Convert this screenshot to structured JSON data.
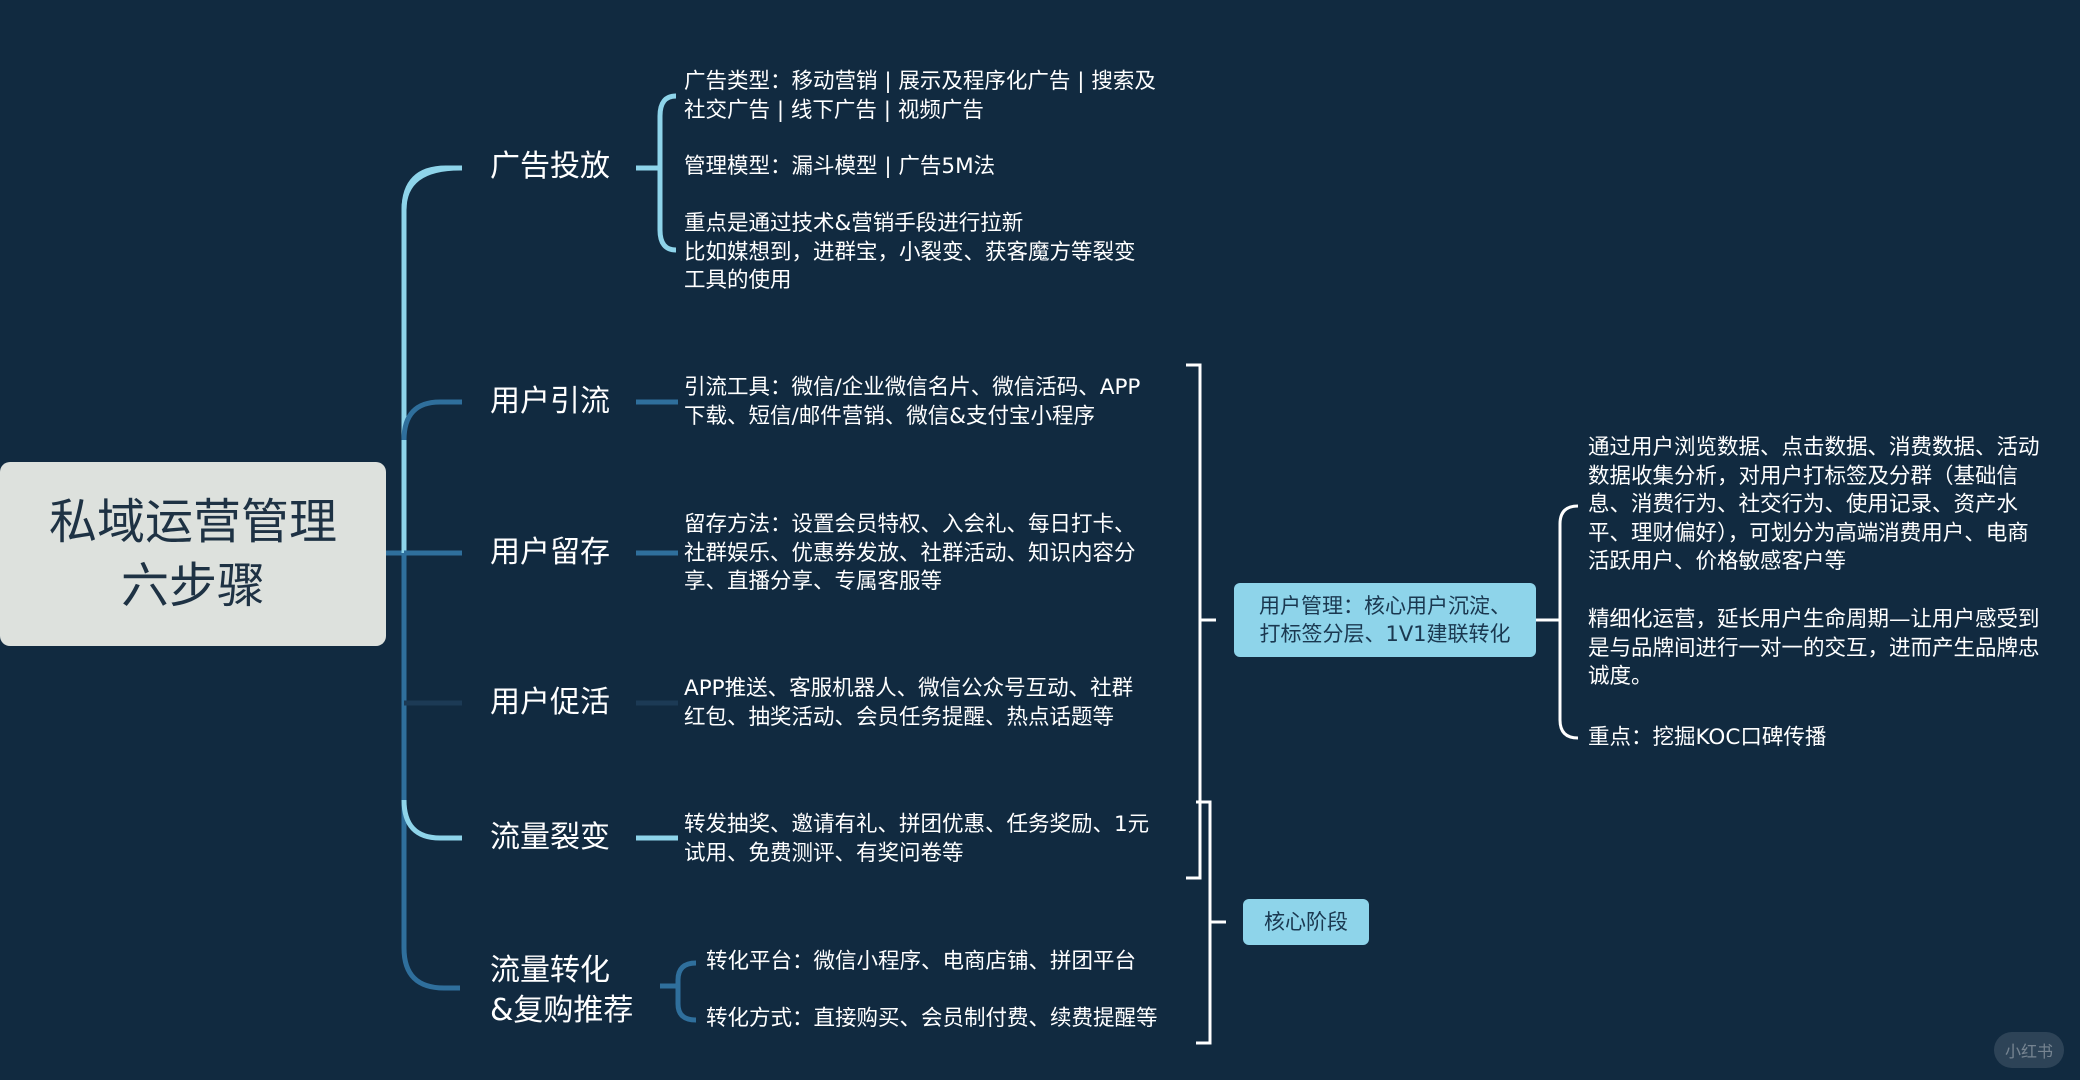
{
  "root": {
    "line1": "私域运营管理",
    "line2": "六步骤"
  },
  "steps": [
    {
      "label": "广告投放"
    },
    {
      "label": "用户引流"
    },
    {
      "label": "用户留存"
    },
    {
      "label": "用户促活"
    },
    {
      "label": "流量裂变"
    },
    {
      "label_line1": "流量转化",
      "label_line2": "&复购推荐"
    }
  ],
  "ad": {
    "type_line1": "广告类型：移动营销 | 展示及程序化广告 | 搜索及",
    "type_line2": "社交广告 | 线下广告 | 视频广告",
    "model": "管理模型：漏斗模型 | 广告5M法",
    "focus_line1": "重点是通过技术&营销手段进行拉新",
    "focus_line2": "比如媒想到，进群宝，小裂变、获客魔方等裂变",
    "focus_line3": "工具的使用"
  },
  "traffic": {
    "line1": "引流工具：微信/企业微信名片、微信活码、APP",
    "line2": "下载、短信/邮件营销、微信&支付宝小程序"
  },
  "retention": {
    "line1": "留存方法：设置会员特权、入会礼、每日打卡、",
    "line2": "社群娱乐、优惠券发放、社群活动、知识内容分",
    "line3": "享、直播分享、专属客服等"
  },
  "activation": {
    "line1": "APP推送、客服机器人、微信公众号互动、社群",
    "line2": "红包、抽奖活动、会员任务提醒、热点话题等"
  },
  "fission": {
    "line1": "转发抽奖、邀请有礼、拼团优惠、任务奖励、1元",
    "line2": "试用、免费测评、有奖问卷等"
  },
  "conversion": {
    "platform": "转化平台：微信小程序、电商店铺、拼团平台",
    "method": "转化方式：直接购买、会员制付费、续费提醒等"
  },
  "user_mgmt": {
    "line1": "用户管理：核心用户沉淀、",
    "line2": "打标签分层、1V1建联转化"
  },
  "core_stage": "核心阶段",
  "details": {
    "data_line1": "通过用户浏览数据、点击数据、消费数据、活动",
    "data_line2": "数据收集分析，对用户打标签及分群（基础信",
    "data_line3": "息、消费行为、社交行为、使用记录、资产水",
    "data_line4": "平、理财偏好），可划分为高端消费用户、电商",
    "data_line5": "活跃用户、价格敏感客户等",
    "refine_line1": "精细化运营，延长用户生命周期—让用户感受到",
    "refine_line2": "是与品牌间进行一对一的交互，进而产生品牌忠",
    "refine_line3": "诚度。",
    "koc": "重点：挖掘KOC口碑传播"
  },
  "watermark": "小红书",
  "colors": {
    "background": "#112a40",
    "trunk": "#2f6f9c",
    "branch_light": "#8ed4ea",
    "bracket": "#ffffff",
    "tag_fill": "#8ed4ea",
    "root_fill": "#dde1dd"
  }
}
